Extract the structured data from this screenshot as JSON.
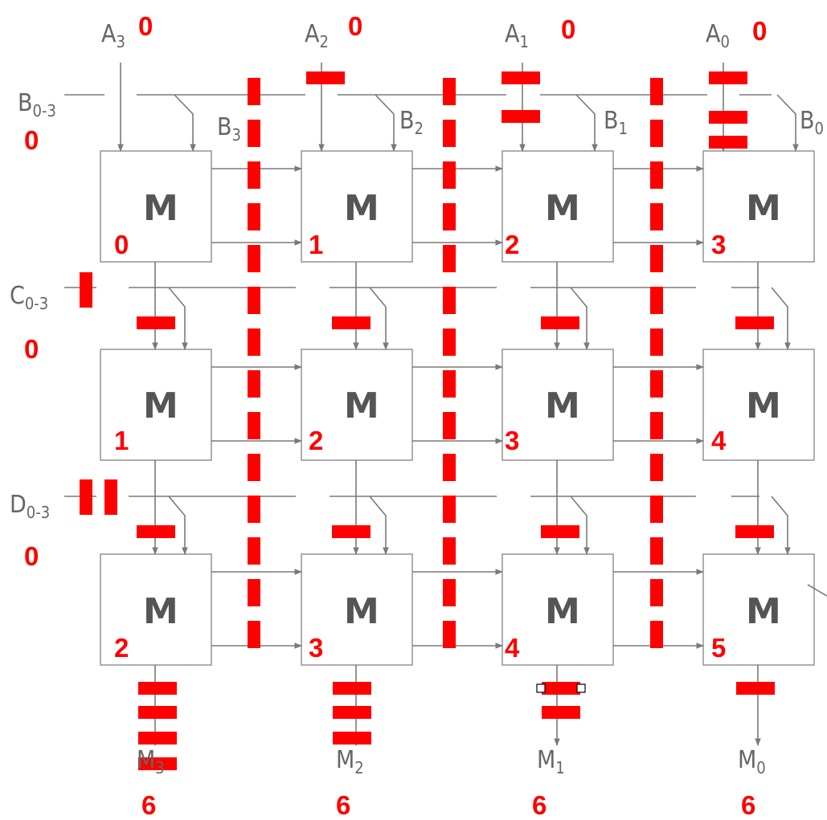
{
  "module_label": "M",
  "inputs_top": [
    {
      "name": "A",
      "sub": "3",
      "value": "0"
    },
    {
      "name": "A",
      "sub": "2",
      "value": "0"
    },
    {
      "name": "A",
      "sub": "1",
      "value": "0"
    },
    {
      "name": "A",
      "sub": "0",
      "value": "0"
    }
  ],
  "b_taps": [
    {
      "name": "B",
      "sub": "3"
    },
    {
      "name": "B",
      "sub": "2"
    },
    {
      "name": "B",
      "sub": "1"
    },
    {
      "name": "B",
      "sub": "0"
    }
  ],
  "bus_labels": [
    {
      "name": "B",
      "sub": "0-3",
      "value": "0"
    },
    {
      "name": "C",
      "sub": "0-3",
      "value": "0"
    },
    {
      "name": "D",
      "sub": "0-3",
      "value": "0"
    }
  ],
  "cell_numbers": [
    [
      "0",
      "1",
      "2",
      "3"
    ],
    [
      "1",
      "2",
      "3",
      "4"
    ],
    [
      "2",
      "3",
      "4",
      "5"
    ]
  ],
  "outputs_bottom": [
    {
      "name": "M",
      "sub": "3",
      "value": "6"
    },
    {
      "name": "M",
      "sub": "2",
      "value": "6"
    },
    {
      "name": "M",
      "sub": "1",
      "value": "6"
    },
    {
      "name": "M",
      "sub": "0",
      "value": "6"
    }
  ],
  "colors": {
    "marker": "#ff0000",
    "line": "#7a7a7a",
    "box_border": "#9a9a9a",
    "text": "#666666"
  }
}
